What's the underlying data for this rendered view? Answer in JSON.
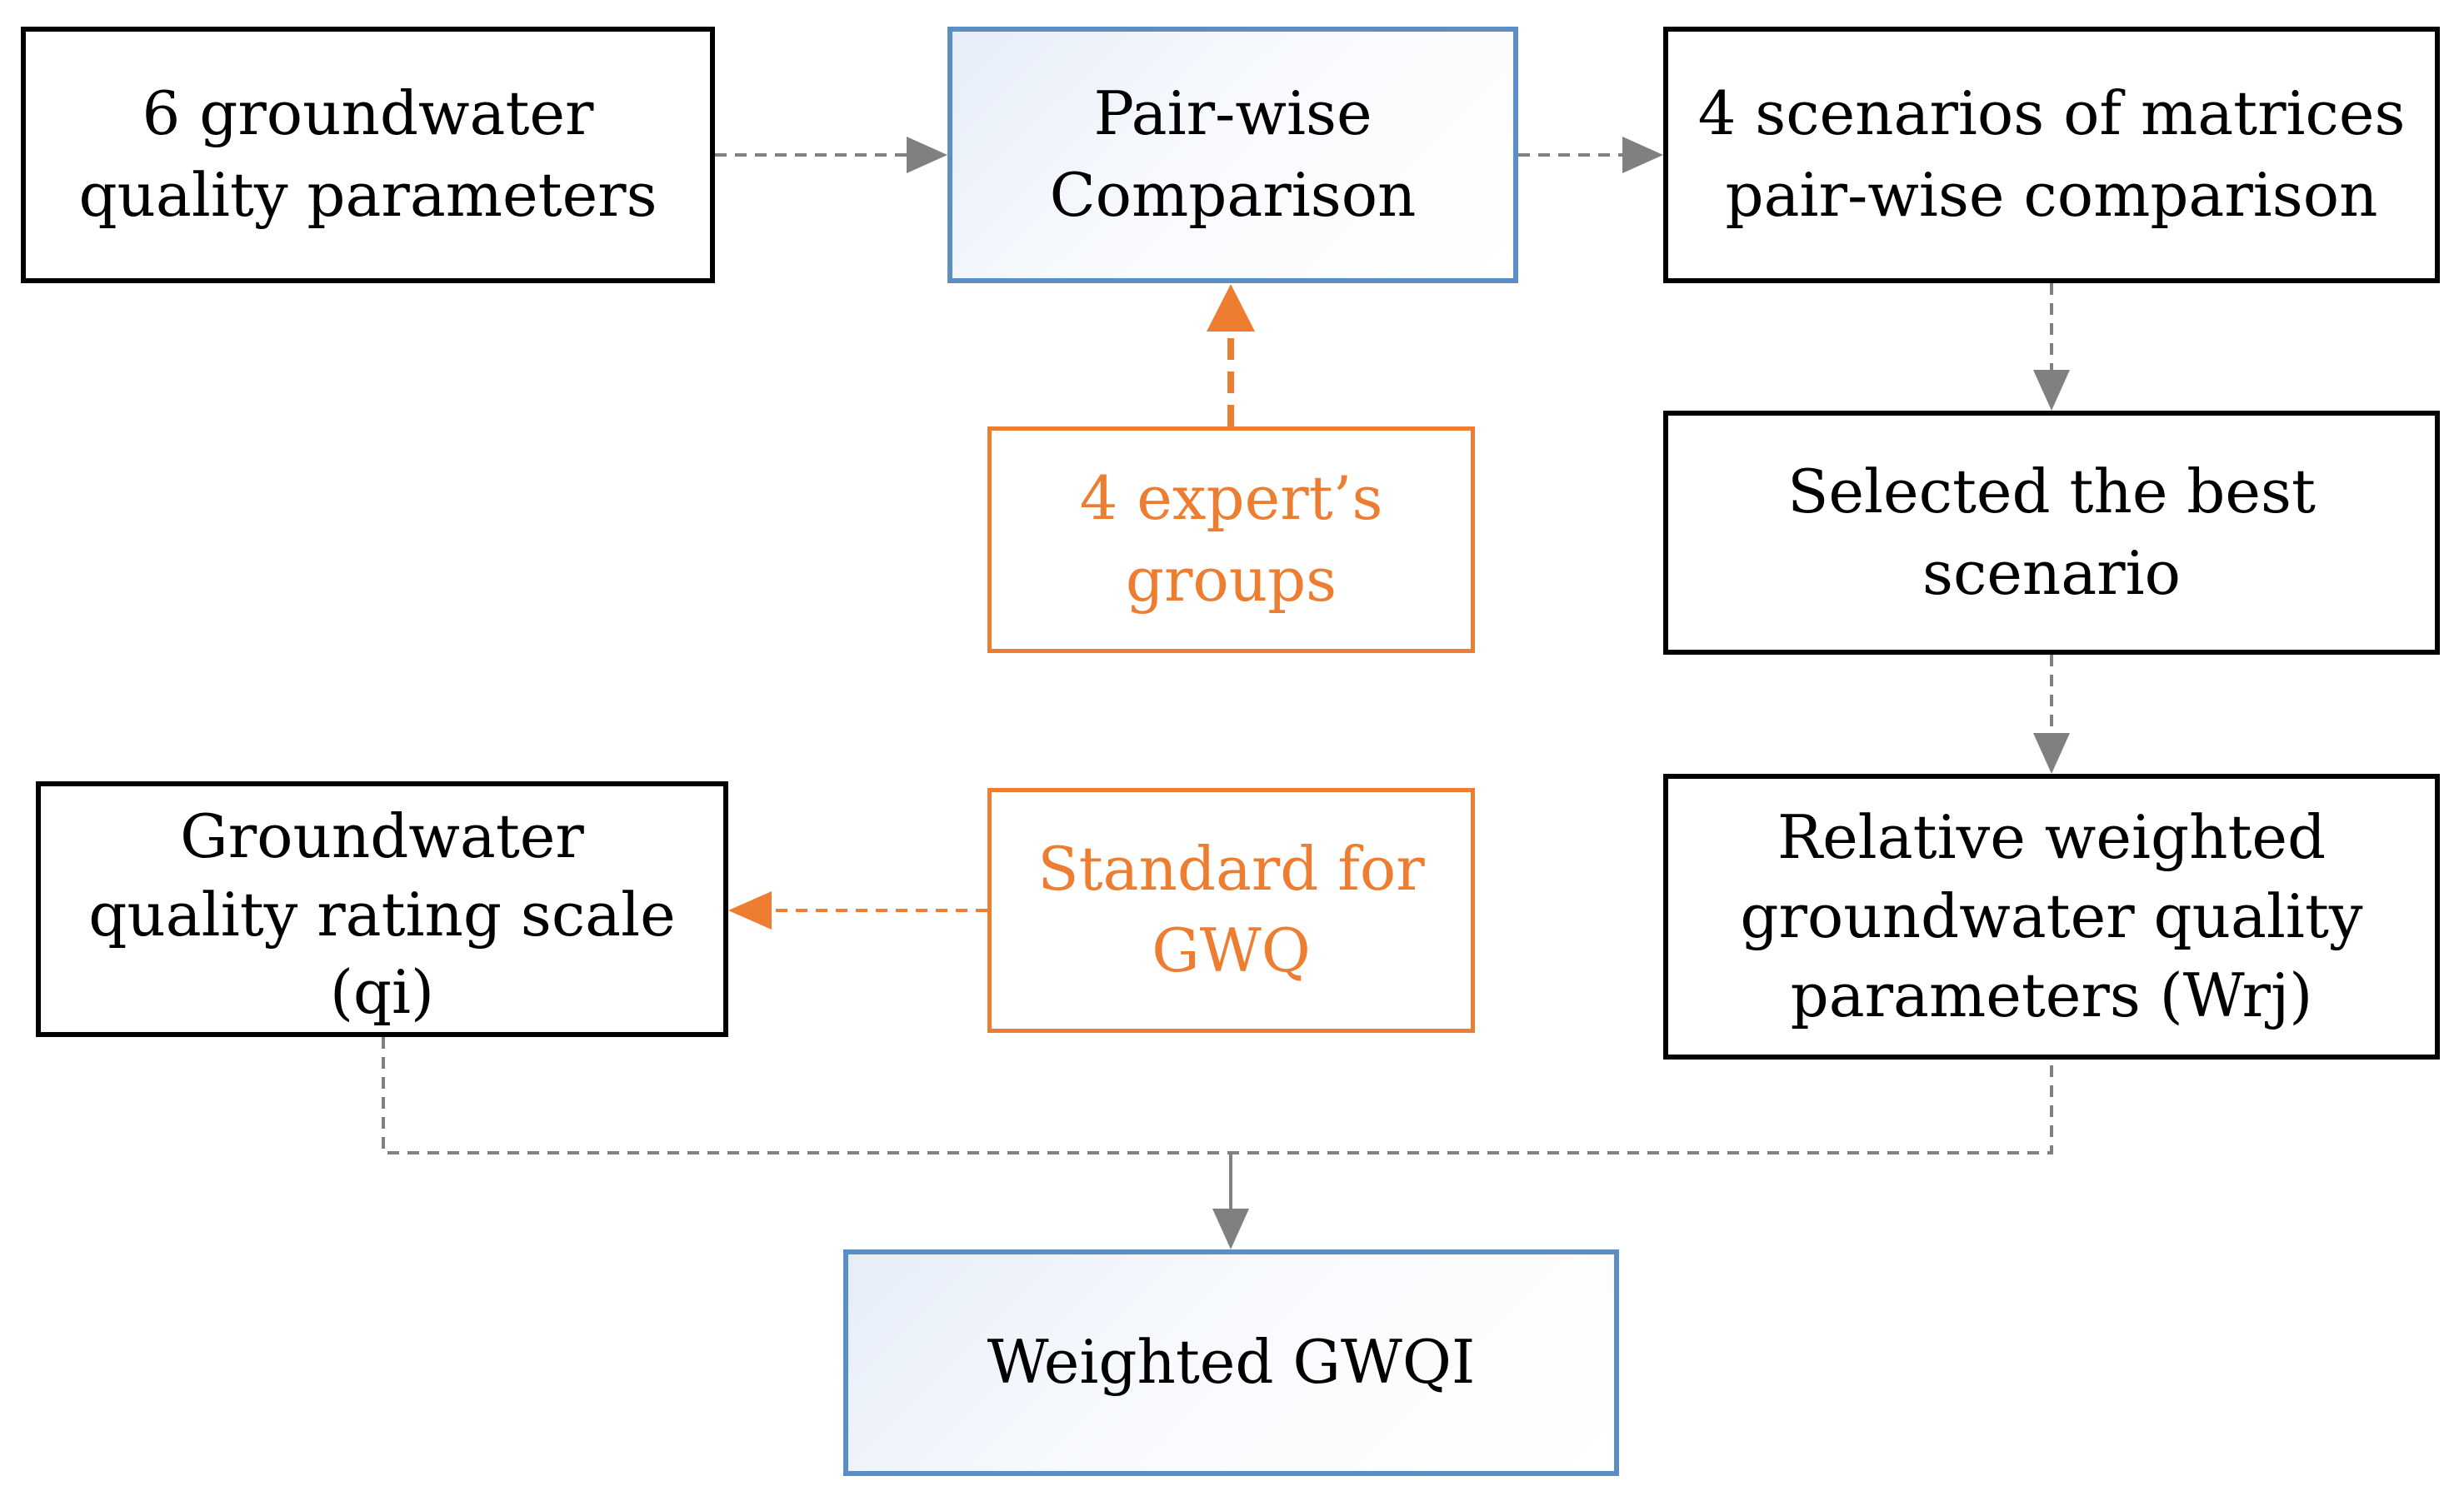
{
  "nodes": {
    "params": {
      "line1": "6 groundwater",
      "line2": "quality parameters"
    },
    "pairwise": {
      "line1": "Pair-wise",
      "line2": "Comparison"
    },
    "scenarios": {
      "line1": "4 scenarios of matrices",
      "line2": "pair-wise comparison"
    },
    "experts": {
      "line1": "4 expert’s",
      "line2": "groups"
    },
    "best": {
      "line1": "Selected the best",
      "line2": "scenario"
    },
    "rating": {
      "line1": "Groundwater",
      "line2": "quality rating scale",
      "line3": "(qi)"
    },
    "standard": {
      "line1": "Standard for",
      "line2": "GWQ"
    },
    "relative": {
      "line1": "Relative weighted",
      "line2": "groundwater quality",
      "line3": "parameters (Wrj)"
    },
    "gwqi": {
      "line1": "Weighted GWQI"
    }
  },
  "colors": {
    "black_border": "#000000",
    "blue_border": "#5b8ec4",
    "orange": "#ed7d31",
    "connector_gray": "#808080"
  }
}
